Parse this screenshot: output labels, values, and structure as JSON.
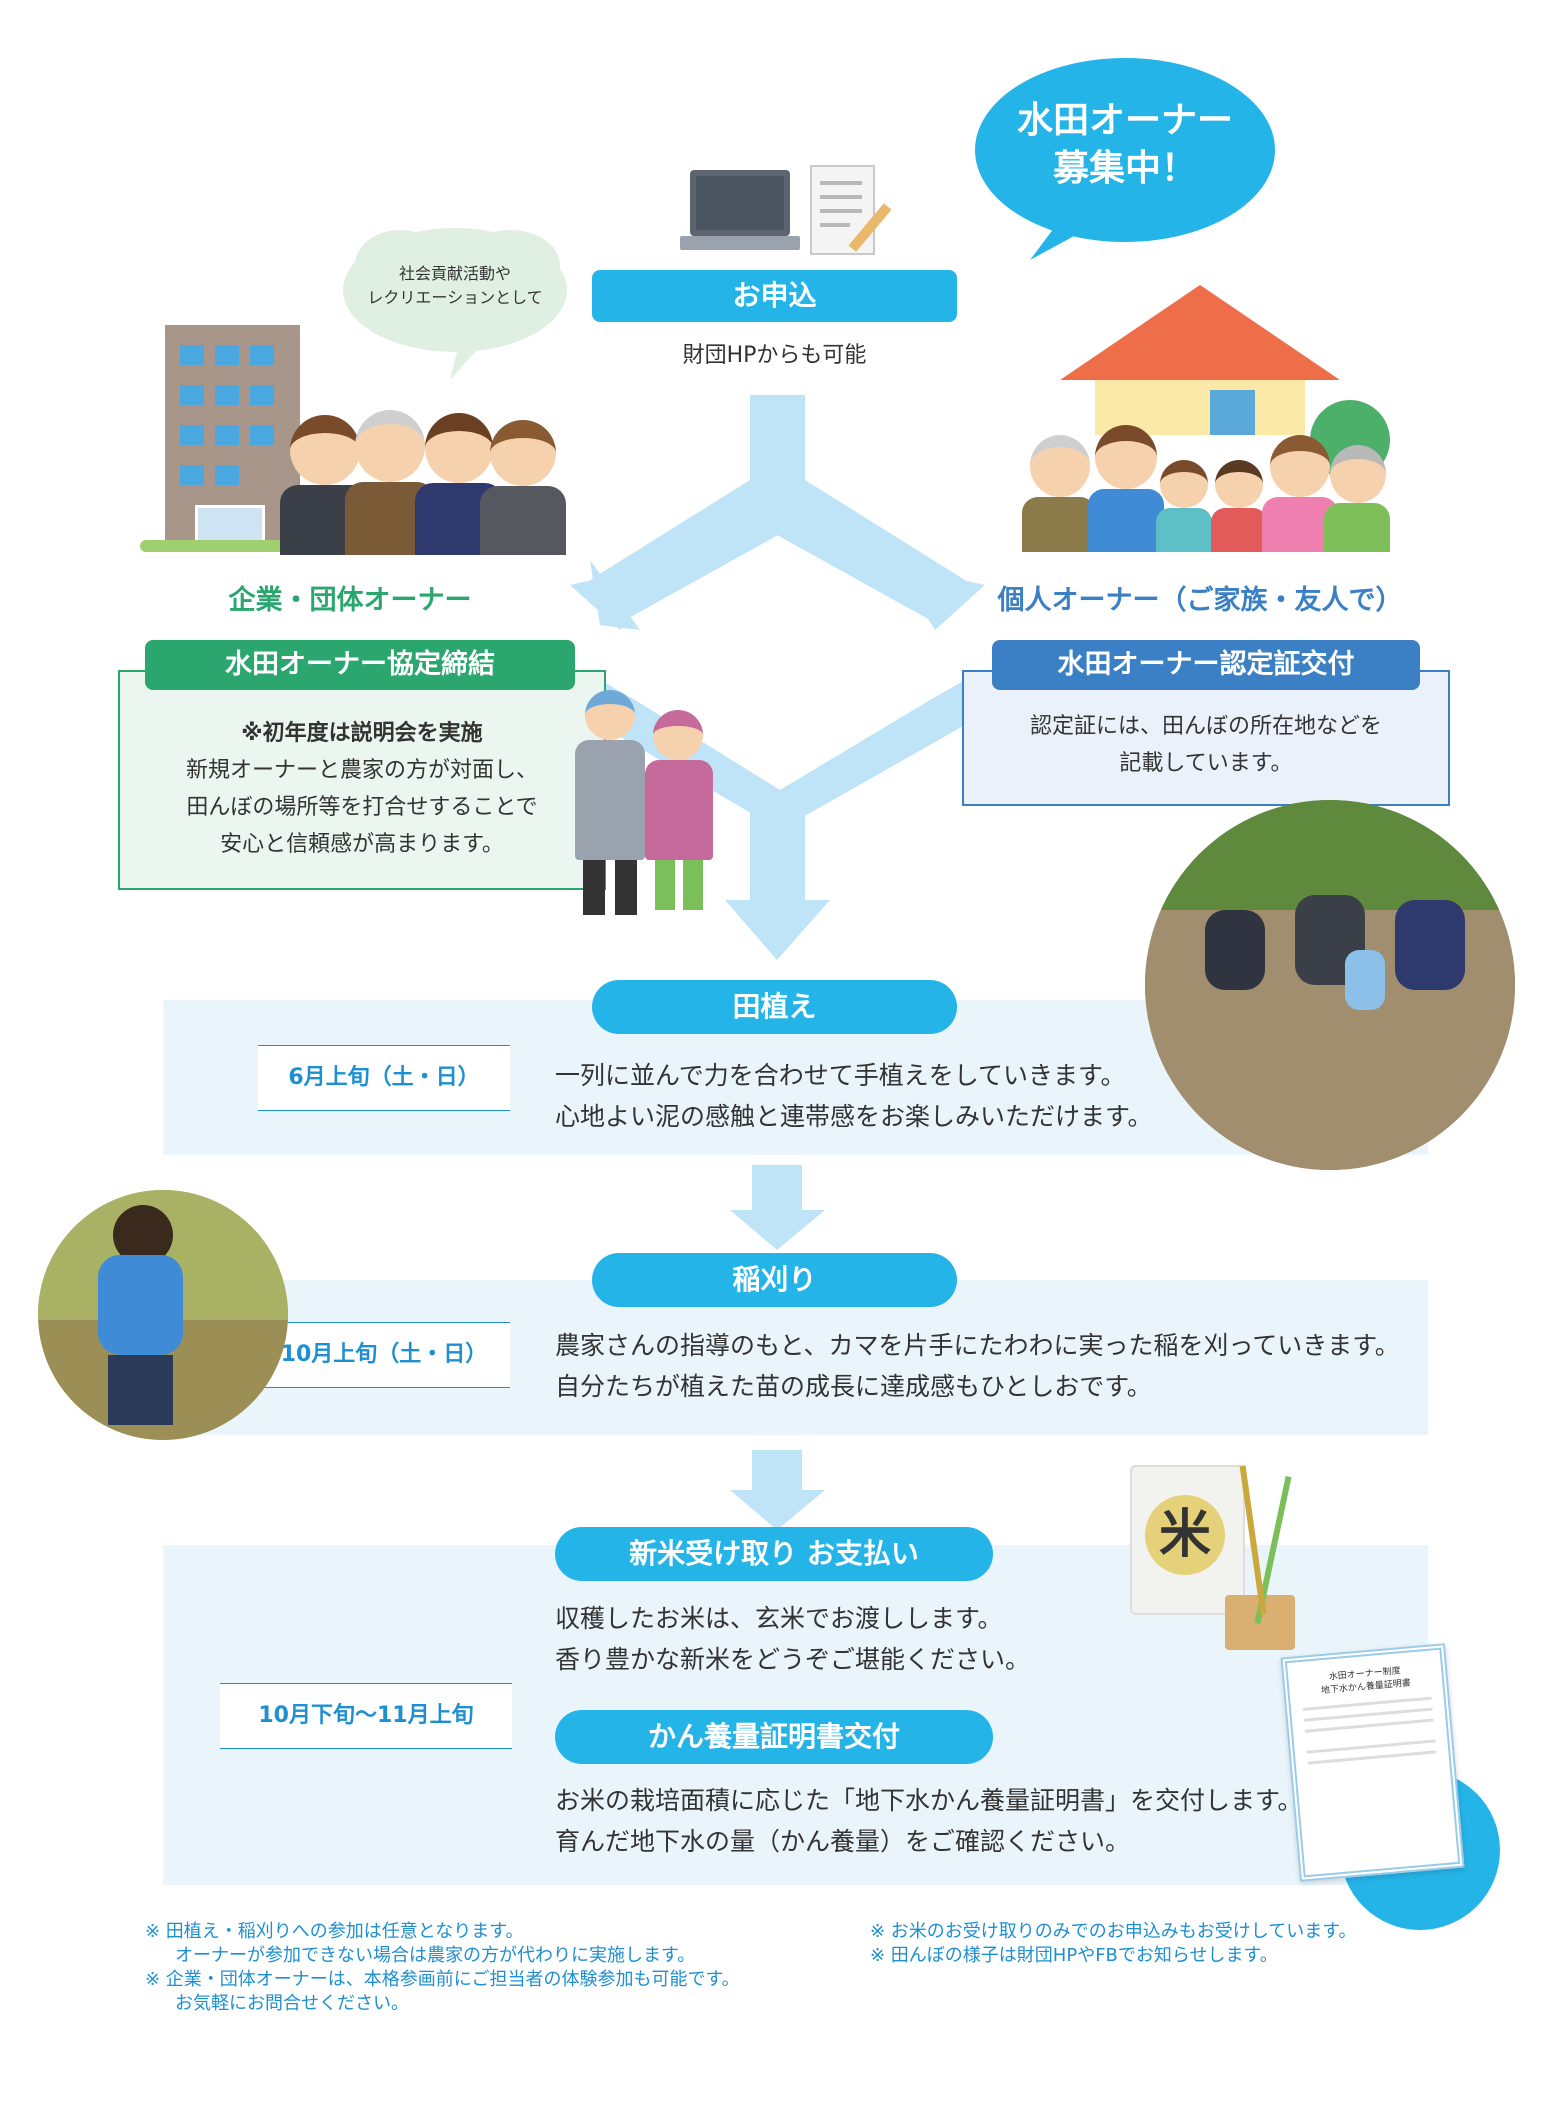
{
  "bubble": {
    "line1": "水田オーナー",
    "line2": "募集中！"
  },
  "thought": {
    "line1": "社会貢献活動や",
    "line2": "レクリエーションとして"
  },
  "apply": {
    "label": "お申込",
    "sub": "財団HPからも可能"
  },
  "corporate": {
    "heading": "企業・団体オーナー",
    "box_title": "水田オーナー協定締結",
    "note": "※初年度は説明会を実施",
    "body": [
      "新規オーナーと農家の方が対面し、",
      "田んぼの場所等を打合せすることで",
      "安心と信頼感が高まります。"
    ]
  },
  "personal": {
    "heading": "個人オーナー（ご家族・友人で）",
    "box_title": "水田オーナー認定証交付",
    "body": [
      "認定証には、田んぼの所在地などを",
      "記載しています。"
    ]
  },
  "planting": {
    "label": "田植え",
    "date": "6月上旬（土・日）",
    "body": [
      "一列に並んで力を合わせて手植えをしていきます。",
      "心地よい泥の感触と連帯感をお楽しみいただけます。"
    ]
  },
  "harvest": {
    "label": "稲刈り",
    "date": "10月上旬（土・日）",
    "body": [
      "農家さんの指導のもと、カマを片手にたわわに実った稲を刈っていきます。",
      "自分たちが植えた苗の成長に達成感もひとしおです。"
    ]
  },
  "receive": {
    "label": "新米受け取り お支払い",
    "date": "10月下旬〜11月上旬",
    "body": [
      "収穫したお米は、玄米でお渡しします。",
      "香り豊かな新米をどうぞご堪能ください。"
    ],
    "rice_char": "米"
  },
  "certificate": {
    "label": "かん養量証明書交付",
    "body": [
      "お米の栽培面積に応じた「地下水かん養量証明書」を交付します。",
      "育んだ地下水の量（かん養量）をご確認ください。"
    ],
    "doc_title1": "水田オーナー制度",
    "doc_title2": "地下水かん養量証明書"
  },
  "footnotes": {
    "left": [
      "※ 田植え・稲刈りへの参加は任意となります。",
      "オーナーが参加できない場合は農家の方が代わりに実施します。",
      "※ 企業・団体オーナーは、本格参画前にご担当者の体験参加も可能です。",
      "お気軽にお問合せください。"
    ],
    "right": [
      "※ お米のお受け取りのみでのお申込みもお受けしています。",
      "※ 田んぼの様子は財団HPやFBでお知らせします。"
    ]
  },
  "colors": {
    "blue": "#25b4e8",
    "green": "#2aa66e",
    "navy_blue": "#3b7fc4",
    "light_bg": "#eaf5fb",
    "arrow": "#bfe3f7"
  }
}
